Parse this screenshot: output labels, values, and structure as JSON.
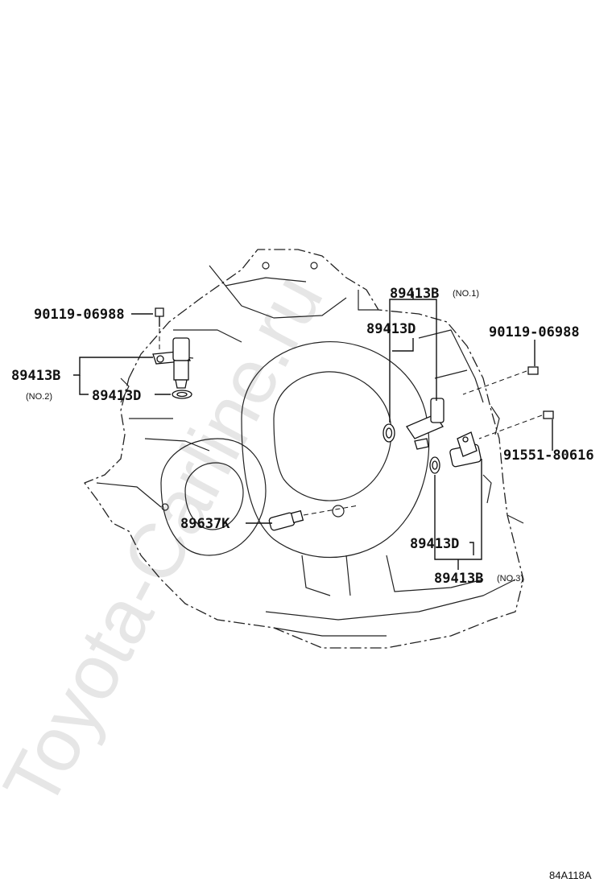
{
  "watermark": "Toyota-Carline.ru",
  "diagram_code": "84A118A",
  "colors": {
    "ink": "#111111",
    "watermark": "#e6e6e6",
    "background": "#ffffff"
  },
  "labels": {
    "bolt_left": "90119-06988",
    "sensor_no2": "89413B",
    "sensor_no2_note": "(NO.2)",
    "oring_left": "89413D",
    "sensor_no1": "89413B",
    "sensor_no1_note": "(NO.1)",
    "oring_no1": "89413D",
    "bolt_right": "90119-06988",
    "bolt_right_lower": "91551-80616",
    "switch": "89637K",
    "oring_no3": "89413D",
    "sensor_no3": "89413B",
    "sensor_no3_note": "(NO.3)"
  }
}
